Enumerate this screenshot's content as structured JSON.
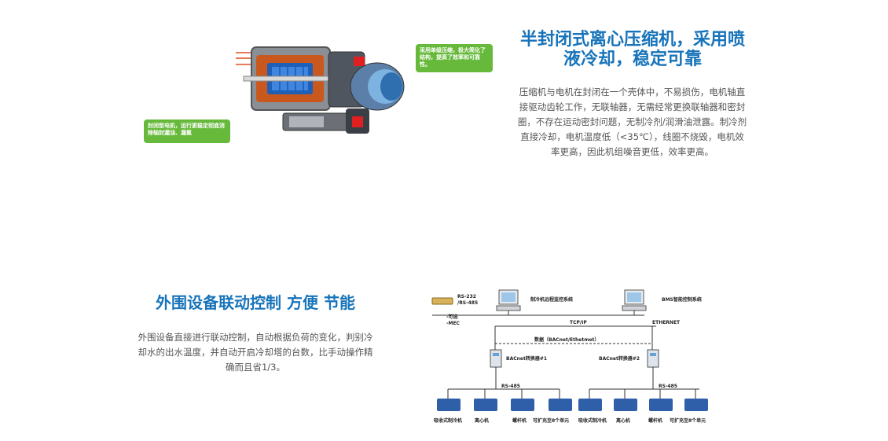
{
  "section1": {
    "title": "半封闭式离心压缩机，采用喷液冷却，稳定可靠",
    "body": "压缩机与电机在封闭在一个壳体中，不易损伤，电机轴直接驱动齿轮工作，无联轴器，无需经常更换联轴器和密封圈，不存在运动密封问题，无制冷剂/润滑油泄露。制冷剂直接冷却，电机温度低（<35℃），线圈不烧毁，电机效率更高，因此机组噪音更低，效率更高。",
    "callout_right": "采用单级压缩，极大简化了结构，提高了效率和可靠性。",
    "callout_left": "封闭型电机，运行更稳定彻底消除轴封漏油、漏氟"
  },
  "section2": {
    "title": "外围设备联动控制 方便 节能",
    "body": "外围设备直接进行联动控制，自动根据负荷的变化，判别冷却水的出水温度，并自动开启冷却塔的台数，比手动操作精确而且省1/3。"
  },
  "diagram": {
    "rs232": "RS-232",
    "rs485_top": "/RS-485",
    "optional": "-可选",
    "mec": "-MEC",
    "remote_system": "制冷机远程监控系统",
    "bms_system": "BMS智能控制系统",
    "tcpip": "TCP/IP",
    "ethernet": "ETHERNET",
    "data_bus": "数据（BACnet/Ethetmet）",
    "converter1": "BACnet转换器#1",
    "converter2": "BACnet转换器#2",
    "rs485_left": "RS-485",
    "rs485_right": "RS-485",
    "left_labels": [
      "吸收式制冷机",
      "离心机",
      "螺杆机",
      "可扩充至8个单元"
    ],
    "right_labels": [
      "吸收式制冷机",
      "离心机",
      "螺杆机",
      "可扩充至8个单元"
    ]
  },
  "colors": {
    "title_blue": "#1874ba",
    "callout_green": "#67b93b"
  }
}
